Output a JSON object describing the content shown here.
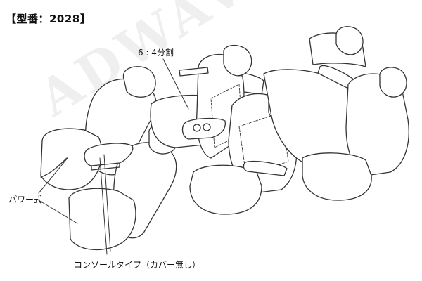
{
  "title": "【型番：2028】",
  "labels": {
    "ratio": "6 : 4分割",
    "power": "パワー式",
    "console": "コンソールタイプ（カバー無し）"
  },
  "watermark": "ADWAVE JAPAN",
  "colors": {
    "line": "#333333",
    "fill": "#ffffff",
    "text": "#111111"
  }
}
